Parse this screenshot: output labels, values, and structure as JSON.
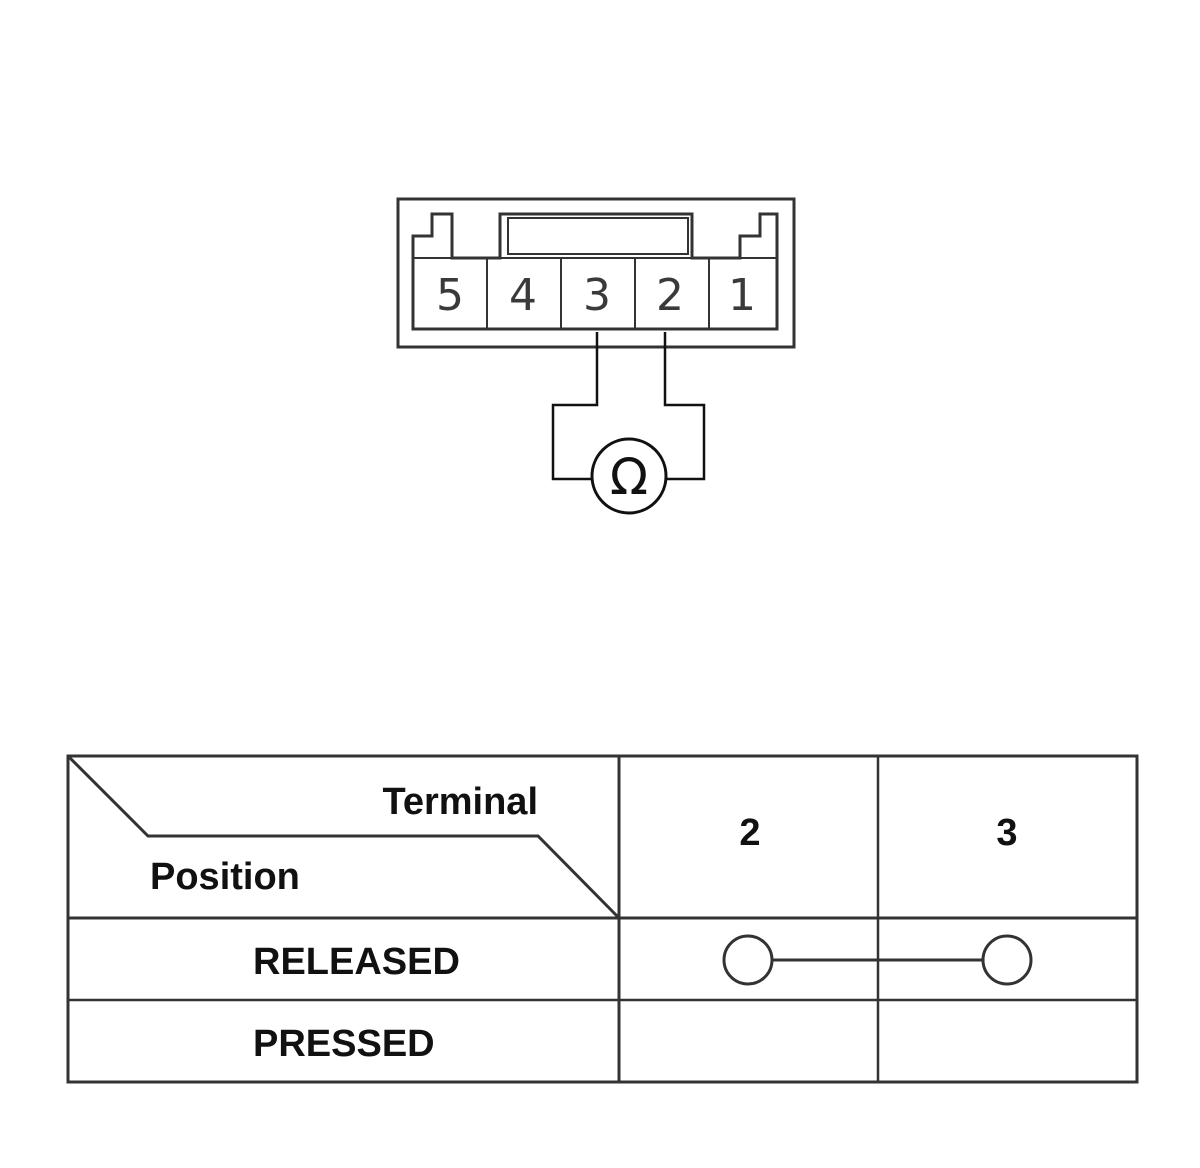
{
  "connector": {
    "pins": [
      "5",
      "4",
      "3",
      "2",
      "1"
    ]
  },
  "meter": {
    "symbol": "Ω"
  },
  "table": {
    "header_terminal": "Terminal",
    "header_position": "Position",
    "terminals": [
      "2",
      "3"
    ],
    "rows": [
      {
        "label": "RELEASED",
        "continuity": true
      },
      {
        "label": "PRESSED",
        "continuity": false
      }
    ]
  }
}
